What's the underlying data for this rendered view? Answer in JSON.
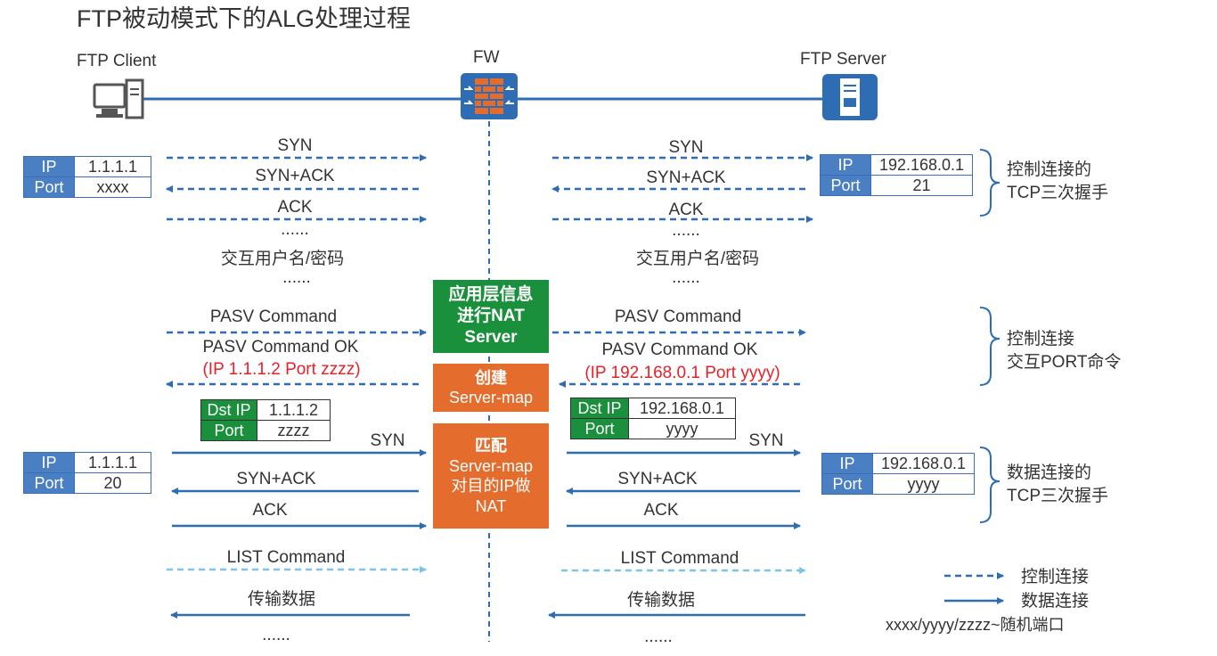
{
  "title": "FTP被动模式下的ALG处理过程",
  "nodes": {
    "client": "FTP Client",
    "fw": "FW",
    "server": "FTP Server"
  },
  "ctrl": {
    "client_box": {
      "ip_key": "IP",
      "ip": "1.1.1.1",
      "port_key": "Port",
      "port": "xxxx"
    },
    "server_box": {
      "ip_key": "IP",
      "ip": "192.168.0.1",
      "port_key": "Port",
      "port": "21"
    },
    "left_msgs": [
      "SYN",
      "SYN+ACK",
      "ACK",
      "......",
      "交互用户名/密码",
      "......"
    ],
    "right_msgs": [
      "SYN",
      "SYN+ACK",
      "ACK",
      "......",
      "交互用户名/密码",
      "......"
    ],
    "brace1": [
      "控制连接的",
      "TCP三次握手"
    ]
  },
  "pasv": {
    "left_cmd": "PASV Command",
    "left_ok": "PASV Command OK",
    "left_ok_detail": "(IP 1.1.1.2 Port zzzz)",
    "right_cmd": "PASV Command",
    "right_ok": "PASV Command OK",
    "right_ok_detail": "(IP 192.168.0.1 Port yyyy)",
    "green_box": [
      "应用层信息",
      "进行NAT",
      "Server"
    ],
    "orange_box1": [
      "创建",
      "Server-map"
    ],
    "brace2": [
      "控制连接",
      "交互PORT命令"
    ]
  },
  "servermap": {
    "left": {
      "k1": "Dst IP",
      "v1": "1.1.1.2",
      "k2": "Port",
      "v2": "zzzz"
    },
    "right": {
      "k1": "Dst IP",
      "v1": "192.168.0.1",
      "k2": "Port",
      "v2": "yyyy"
    }
  },
  "data": {
    "client_box": {
      "ip_key": "IP",
      "ip": "1.1.1.1",
      "port_key": "Port",
      "port": "20"
    },
    "server_box": {
      "ip_key": "IP",
      "ip": "192.168.0.1",
      "port_key": "Port",
      "port": "yyyy"
    },
    "left_msgs": [
      "SYN",
      "SYN+ACK",
      "ACK",
      "LIST Command",
      "传输数据",
      "......"
    ],
    "right_msgs": [
      "SYN",
      "SYN+ACK",
      "ACK",
      "LIST Command",
      "传输数据",
      "......"
    ],
    "orange_box2": [
      "匹配",
      "Server-map",
      "对目的IP做",
      "NAT"
    ],
    "brace3": [
      "数据连接的",
      "TCP三次握手"
    ]
  },
  "legend": {
    "ctrl": "控制连接",
    "data": "数据连接",
    "ports": "xxxx/yyyy/zzzz~随机端口"
  },
  "colors": {
    "blue": "#2e6db4",
    "light_blue": "#7ec3e8",
    "green": "#1a8f3c",
    "orange": "#e46c2c",
    "red": "#e8202a"
  }
}
